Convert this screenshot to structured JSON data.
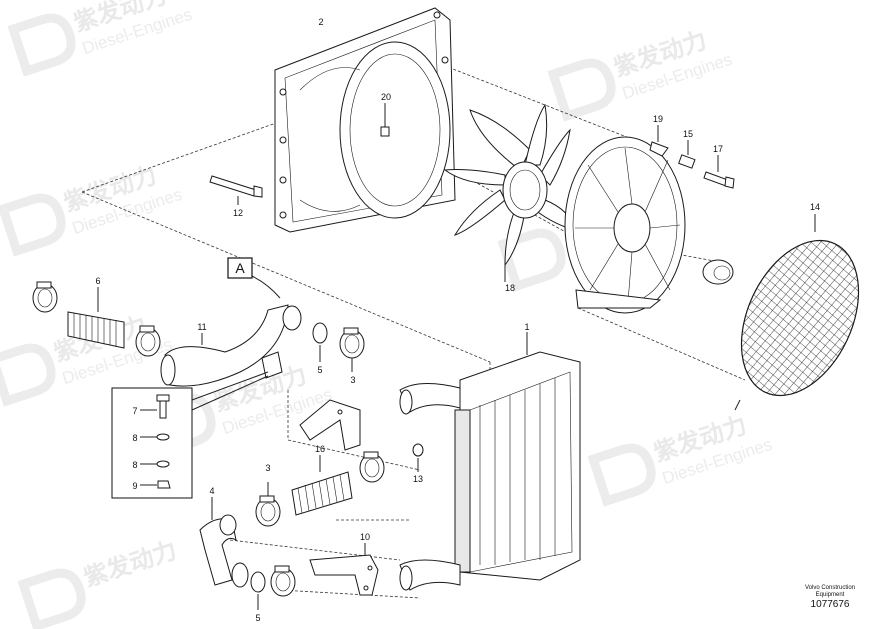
{
  "watermark": {
    "cn": "紫发动力",
    "en": "Diesel-Engines"
  },
  "callouts": [
    "1",
    "2",
    "3",
    "3",
    "4",
    "5",
    "5",
    "6",
    "7",
    "8",
    "8",
    "9",
    "10",
    "11",
    "12",
    "13",
    "14",
    "15",
    "16",
    "17",
    "18",
    "19",
    "20"
  ],
  "view_label": "A",
  "brand": {
    "line1": "Volvo Construction",
    "line2": "Equipment",
    "number": "1077676"
  }
}
